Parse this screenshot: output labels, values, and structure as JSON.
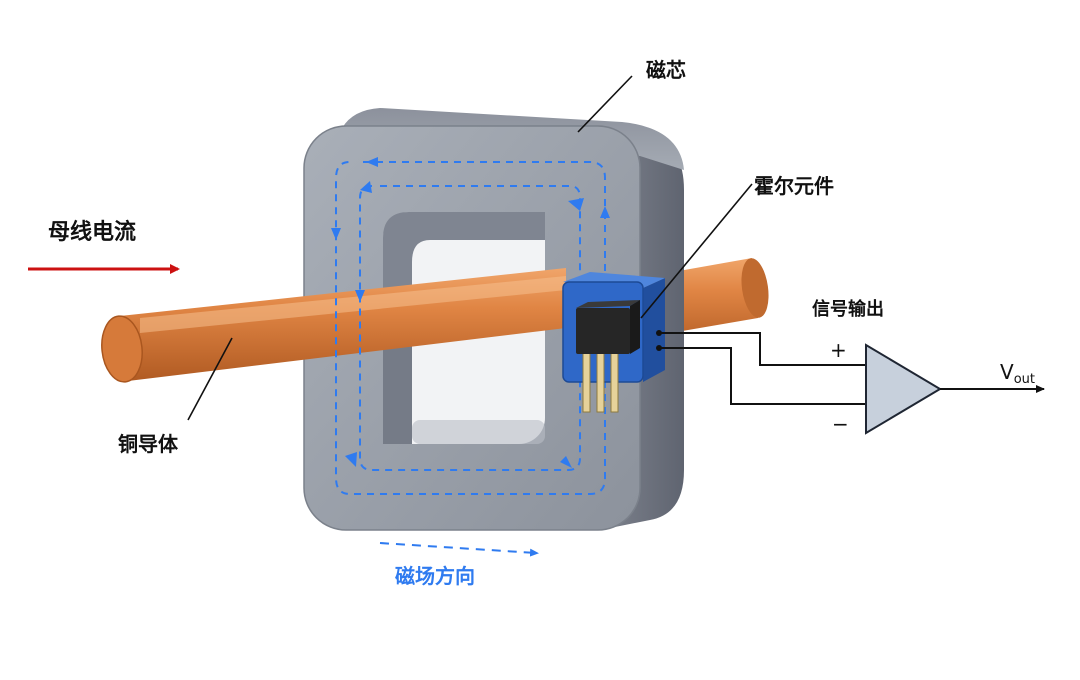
{
  "labels": {
    "core": "磁芯",
    "hall_element": "霍尔元件",
    "bus_current": "母线电流",
    "signal_output": "信号输出",
    "conductor": "铜导体",
    "field_direction": "磁场方向",
    "plus": "+",
    "minus": "−",
    "vout_main": "V",
    "vout_sub": "out"
  },
  "colors": {
    "core_face": "#969ca5",
    "core_side": "#74798a",
    "copper": "#d97b3c",
    "field_arrow": "#2f7bf0",
    "current_arrow": "#cc1111",
    "hall_package": "#2f68c8",
    "amplifier": "#c7d0dc"
  }
}
